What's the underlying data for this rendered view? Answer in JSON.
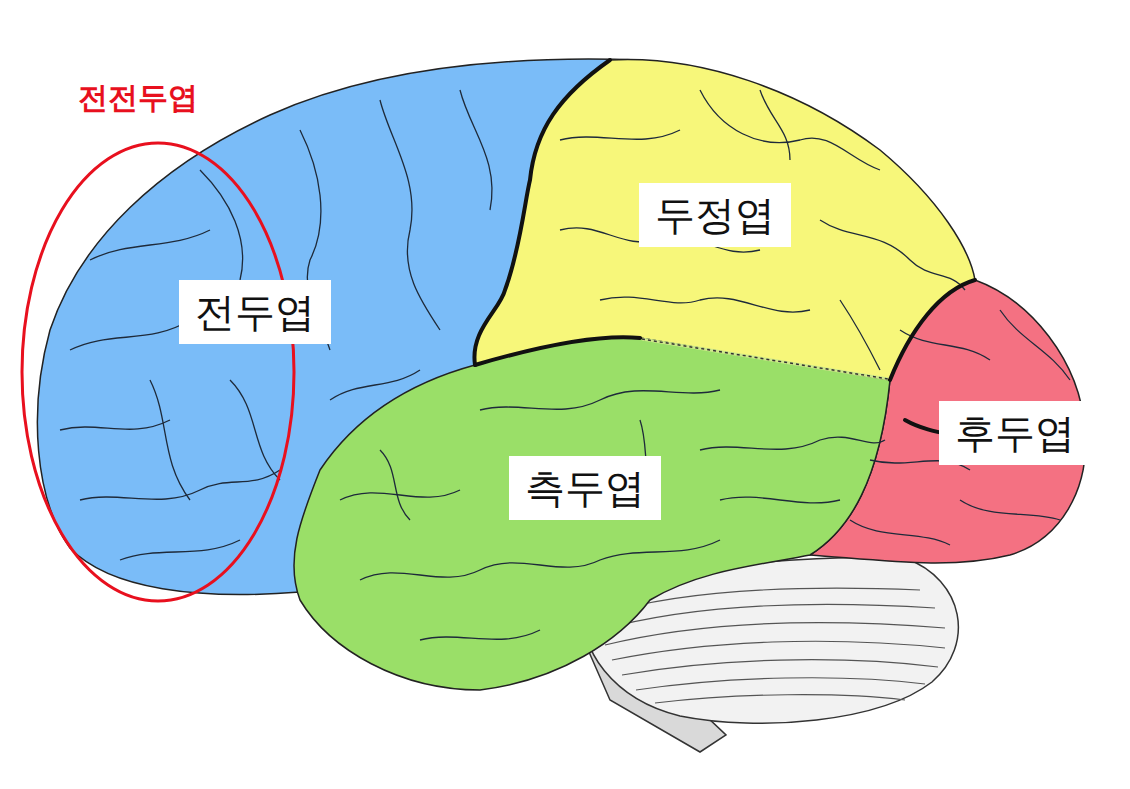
{
  "diagram": {
    "nodes": [
      {
        "text": [
          "전전두엽"
        ]
      },
      {
        "text": [
          "두정엽"
        ]
      },
      {
        "text": [
          "전두엽"
        ]
      },
      {
        "text": [
          "후두엽"
        ]
      },
      {
        "text": [
          "측두엽"
        ]
      }
    ]
  }
}
